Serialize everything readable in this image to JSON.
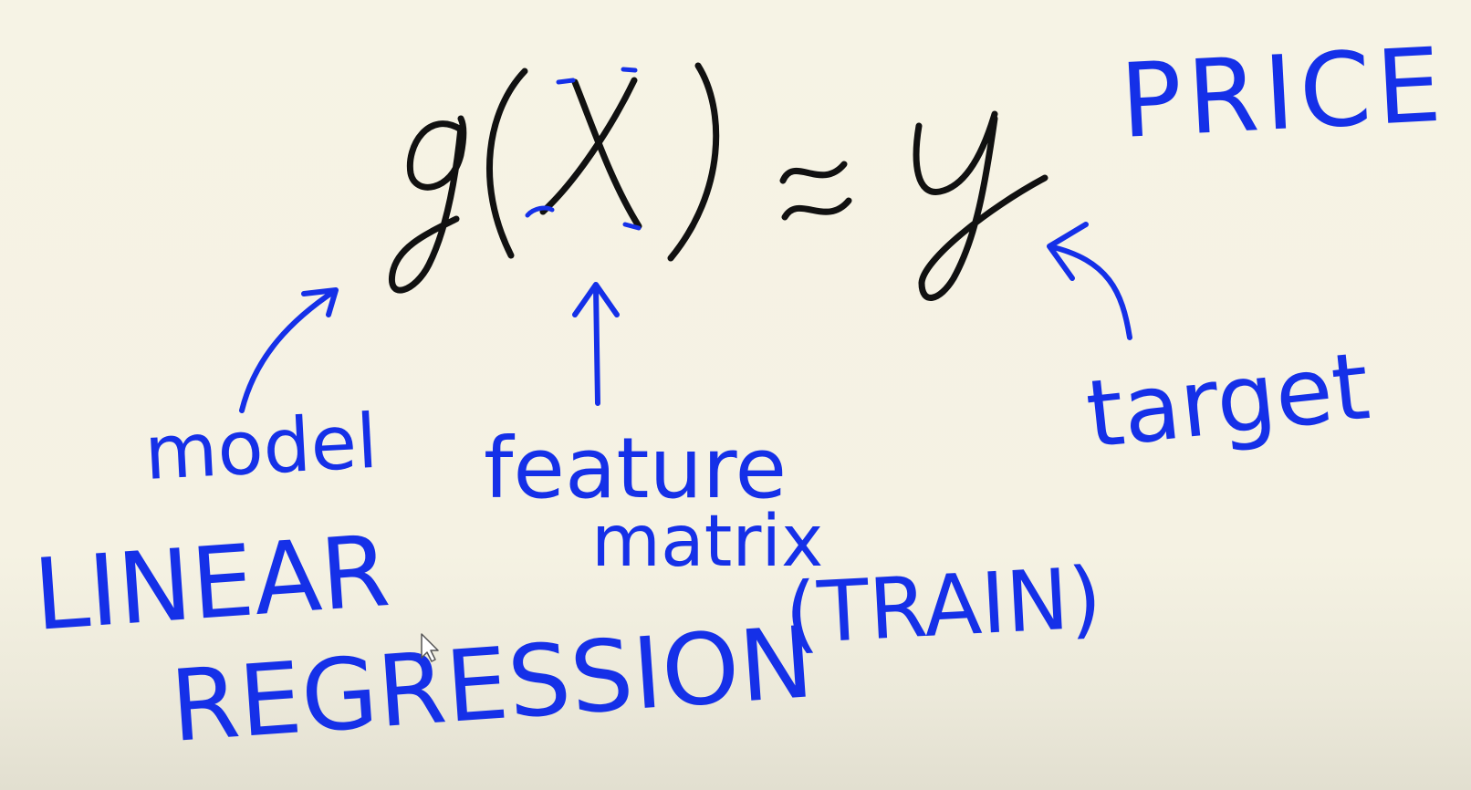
{
  "equation": {
    "func": "g(X)",
    "approx": "≈",
    "rhs": "y"
  },
  "labels": {
    "model": "model",
    "feature": "feature",
    "matrix": "matrix",
    "train": "(TRAIN)",
    "target": "target",
    "price": "PRICE",
    "linear": "LINEAR",
    "regression": "REGRESSION"
  },
  "colors": {
    "ink_blue": "#1530e8",
    "ink_black": "#111111",
    "board": "#f5f2e3"
  }
}
